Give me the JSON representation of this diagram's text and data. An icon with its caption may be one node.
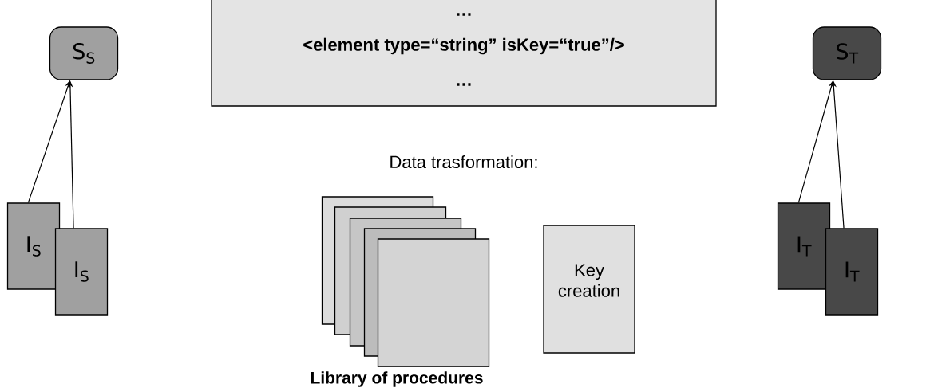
{
  "diagram": {
    "nodes": [
      {
        "text": [
          "S$_{S}$"
        ]
      },
      {
        "text": [
          "I$_{S}$"
        ]
      },
      {
        "text": [
          "I$_{S}$"
        ]
      },
      {
        "text": [
          "…",
          "<element type=“string” isKey=“true”/>",
          "…"
        ]
      },
      {
        "text": [],
        "shape": "box"
      },
      {
        "text": [],
        "shape": "box"
      },
      {
        "text": [],
        "shape": "box"
      },
      {
        "text": [],
        "shape": "box"
      },
      {
        "text": [],
        "shape": "box"
      },
      {
        "text": [
          "Key creation"
        ]
      },
      {
        "text": [
          "S$_{T}$"
        ]
      },
      {
        "text": [
          "I$_{T}$"
        ]
      },
      {
        "text": [
          "I$_{T}$"
        ]
      }
    ],
    "edges": [
      {
        "from": 1,
        "to": 0,
        "arrow": "to"
      },
      {
        "from": 2,
        "to": 0,
        "arrow": "to"
      },
      {
        "from": 11,
        "to": 10,
        "arrow": "to"
      },
      {
        "from": 12,
        "to": 10,
        "arrow": "to"
      }
    ],
    "labels": [
      "Data trasformation:",
      "Library of procedures"
    ]
  }
}
